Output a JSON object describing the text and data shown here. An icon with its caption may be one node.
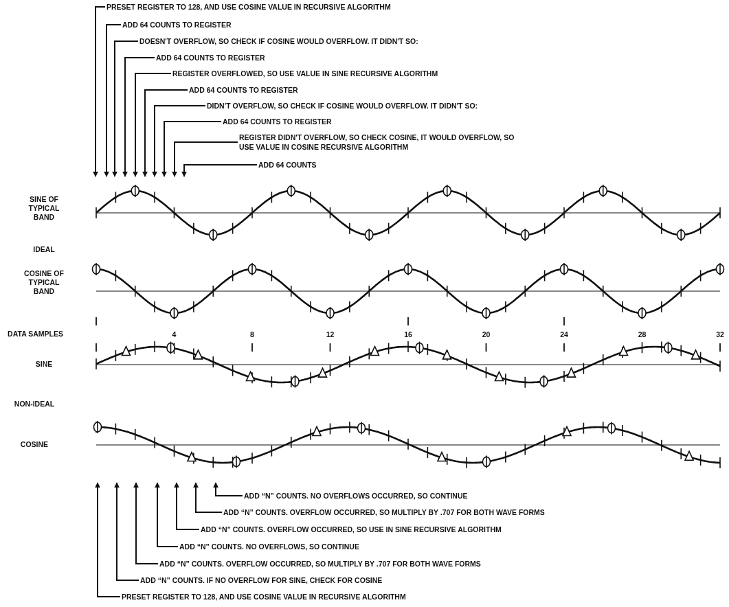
{
  "diagram": {
    "nodes": [
      {
        "text": [
          "PRESET REGISTER TO 128, AND USE COSINE VALUE IN RECURSIVE ALGORITHM"
        ]
      },
      {
        "text": [
          "ADD 64 COUNTS TO REGISTER"
        ]
      },
      {
        "text": [
          "DOESN'T OVERFLOW, SO CHECK IF COSINE WOULD OVERFLOW. IT DIDN'T SO:"
        ]
      },
      {
        "text": [
          "ADD 64 COUNTS TO REGISTER"
        ]
      },
      {
        "text": [
          "REGISTER OVERFLOWED, SO USE VALUE IN SINE RECURSIVE ALGORITHM"
        ]
      },
      {
        "text": [
          "ADD 64 COUNTS TO REGISTER"
        ]
      },
      {
        "text": [
          "DIDN'T OVERFLOW, SO CHECK IF COSINE WOULD OVERFLOW. IT DIDN'T SO:"
        ]
      },
      {
        "text": [
          "ADD 64 COUNTS TO REGISTER"
        ]
      },
      {
        "text": [
          "REGISTER DIDN'T OVERFLOW, SO CHECK COSINE, IT WOULD OVERFLOW, SO USE VALUE IN COSINE RECURSIVE ALGORITHM"
        ]
      },
      {
        "text": [
          "ADD 64 COUNTS"
        ]
      },
      {
        "text": [
          "ADD “N” COUNTS. NO OVERFLOWS OCCURRED, SO CONTINUE"
        ]
      },
      {
        "text": [
          "ADD “N” COUNTS. OVERFLOW OCCURRED, SO MULTIPLY BY .707 FOR BOTH WAVE FORMS"
        ]
      },
      {
        "text": [
          "ADD “N” COUNTS. OVERFLOW OCCURRED, SO USE IN SINE RECURSIVE ALGORITHM"
        ]
      },
      {
        "text": [
          "ADD “N” COUNTS. NO OVERFLOWS, SO CONTINUE"
        ]
      },
      {
        "text": [
          "ADD “N” COUNTS. OVERFLOW OCCURRED, SO MULTIPLY BY .707 FOR BOTH WAVE FORMS"
        ]
      },
      {
        "text": [
          "ADD “N” COUNTS. IF NO OVERFLOW FOR SINE, CHECK FOR COSINE"
        ]
      },
      {
        "text": [
          "PRESET REGISTER TO 128, AND USE COSINE VALUE IN RECURSIVE ALGORITHM"
        ]
      }
    ],
    "edges": [
      {
        "from": 0,
        "to": null,
        "arrow": "to"
      },
      {
        "from": 1,
        "to": null,
        "arrow": "to"
      },
      {
        "from": 2,
        "to": null,
        "arrow": "to"
      },
      {
        "from": 3,
        "to": null,
        "arrow": "to"
      },
      {
        "from": 4,
        "to": null,
        "arrow": "to"
      },
      {
        "from": 5,
        "to": null,
        "arrow": "to"
      },
      {
        "from": 6,
        "to": null,
        "arrow": "to"
      },
      {
        "from": 7,
        "to": null,
        "arrow": "to"
      },
      {
        "from": 8,
        "to": null,
        "arrow": "to"
      },
      {
        "from": 9,
        "to": null,
        "arrow": "to"
      },
      {
        "from": 10,
        "to": null,
        "arrow": "to"
      },
      {
        "from": 11,
        "to": null,
        "arrow": "to"
      },
      {
        "from": 12,
        "to": null,
        "arrow": "to"
      },
      {
        "from": 13,
        "to": null,
        "arrow": "to"
      },
      {
        "from": 14,
        "to": null,
        "arrow": "to"
      },
      {
        "from": 15,
        "to": null,
        "arrow": "to"
      },
      {
        "from": 16,
        "to": null,
        "arrow": "to"
      }
    ],
    "labels": [
      "SINE OF TYPICAL BAND",
      "IDEAL",
      "COSINE OF TYPICAL BAND",
      "DATA SAMPLES",
      "4",
      "8",
      "12",
      "16",
      "20",
      "24",
      "28",
      "32",
      "SINE",
      "NON-IDEAL",
      "COSINE"
    ]
  }
}
